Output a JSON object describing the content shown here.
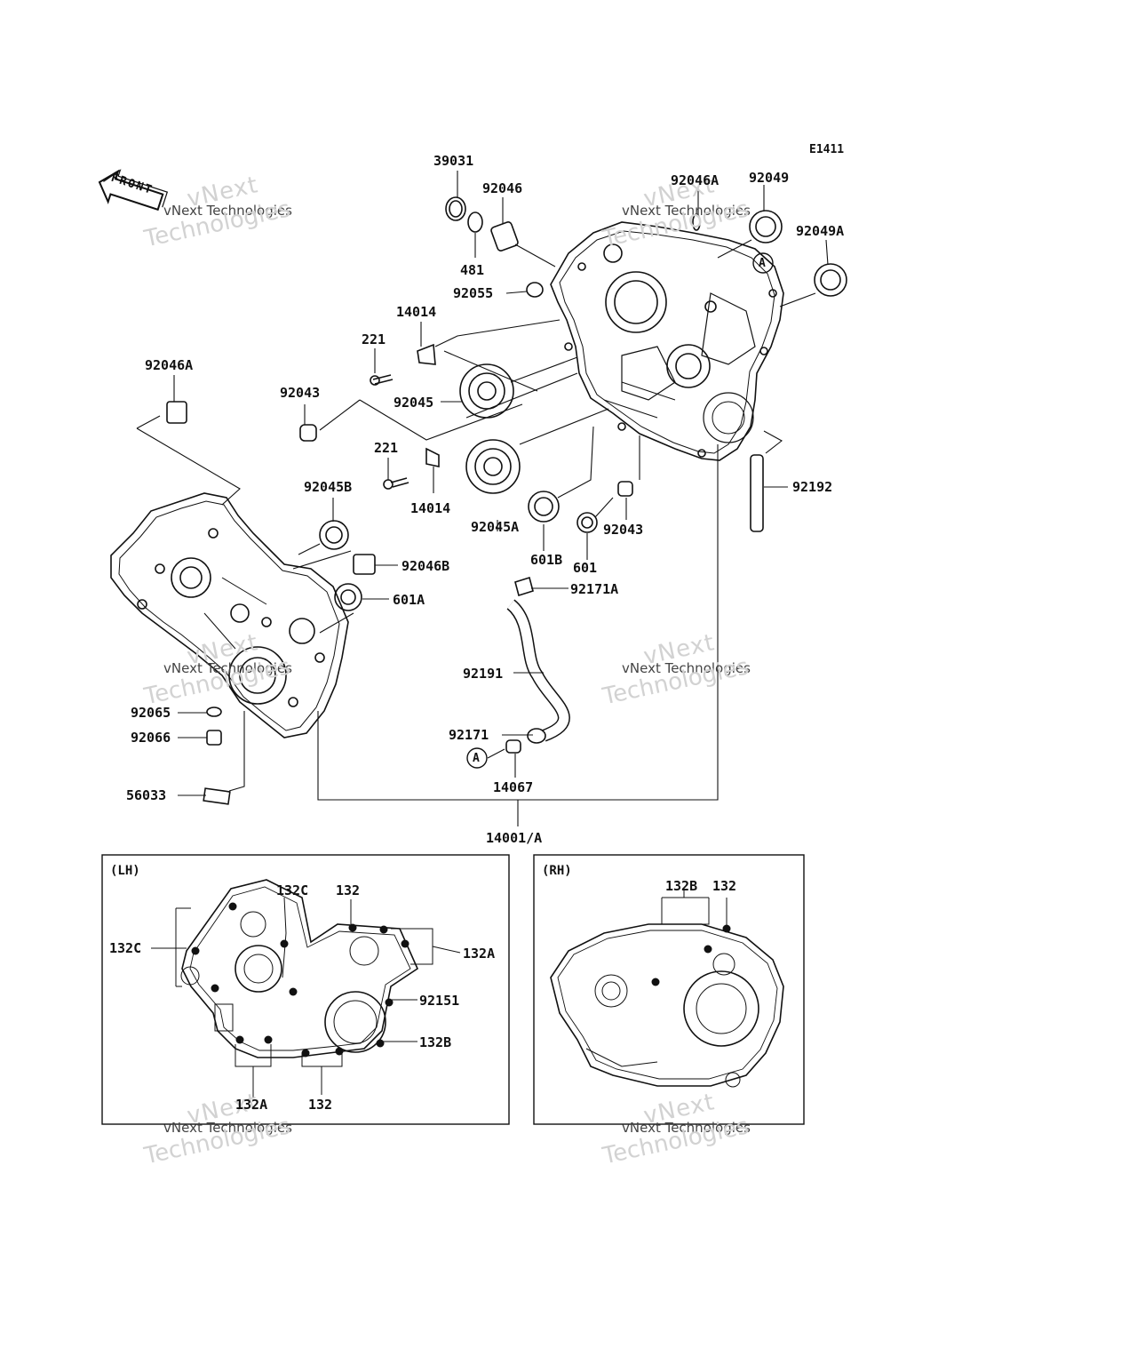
{
  "diagram_code": "E1411",
  "front_label": "FRONT",
  "watermark": {
    "line1": "vNext Technologies",
    "line2": "vNext",
    "line3": "Technologies"
  },
  "callout_letter": "A",
  "parts": {
    "p39031": "39031",
    "p92046": "92046",
    "p481": "481",
    "p92055": "92055",
    "p92046A_top": "92046A",
    "p92049": "92049",
    "p92049A": "92049A",
    "p14014_top": "14014",
    "p221_top": "221",
    "p92046A_left": "92046A",
    "p92043_left": "92043",
    "p92045": "92045",
    "p221_mid": "221",
    "p14014_mid": "14014",
    "p92045B": "92045B",
    "p92045A": "92045A",
    "p601B": "601B",
    "p601": "601",
    "p92043_right": "92043",
    "p92192": "92192",
    "p92046B": "92046B",
    "p601A": "601A",
    "p92171A": "92171A",
    "p92191": "92191",
    "p92065": "92065",
    "p92066": "92066",
    "p92171": "92171",
    "p14067": "14067",
    "p56033": "56033",
    "p14001A": "14001/A"
  },
  "lh_box": {
    "title": "(LH)",
    "p132C_top": "132C",
    "p132_top": "132",
    "p132C_left": "132C",
    "p132A_right": "132A",
    "p92151": "92151",
    "p132B": "132B",
    "p132A_bottom": "132A",
    "p132_bottom": "132"
  },
  "rh_box": {
    "title": "(RH)",
    "p132B": "132B",
    "p132": "132"
  }
}
